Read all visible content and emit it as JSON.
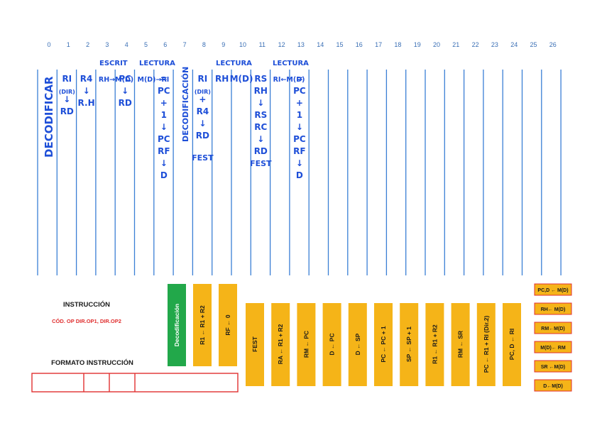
{
  "column_numbers": [
    "0",
    "1",
    "2",
    "3",
    "4",
    "5",
    "6",
    "7",
    "8",
    "9",
    "10",
    "11",
    "12",
    "13",
    "14",
    "15",
    "16",
    "17",
    "18",
    "19",
    "20",
    "21",
    "22",
    "23",
    "24",
    "25",
    "26"
  ],
  "headers": {
    "escrit": "ESCRIT",
    "lectura1": "LECTURA",
    "lectura2": "LECTURA",
    "lectura3": "LECTURA"
  },
  "handwritten_columns": [
    {
      "id": "c0",
      "lines": [
        "DECODIFICAR"
      ],
      "vertical": true
    },
    {
      "id": "c1",
      "lines": [
        "RI",
        "(DIR)",
        "↓",
        "RD"
      ]
    },
    {
      "id": "c2",
      "lines": [
        "R4",
        "↓",
        "R.H"
      ]
    },
    {
      "id": "c3",
      "lines": [
        "RH→M(D)"
      ]
    },
    {
      "id": "c4",
      "lines": [
        "PC",
        "↓",
        "RD"
      ]
    },
    {
      "id": "c5",
      "lines": [
        "M(D)→RI"
      ]
    },
    {
      "id": "c6",
      "lines": [
        "=",
        "PC",
        "+",
        "1",
        "↓",
        "PC",
        "RF",
        "↓",
        "D"
      ]
    },
    {
      "id": "c7",
      "lines": [
        "DECODIFICACIÓN"
      ],
      "vertical": true
    },
    {
      "id": "c8",
      "lines": [
        "RI",
        "(DIR)",
        "+",
        "R4",
        "↓",
        "RD",
        "",
        "FEST"
      ]
    },
    {
      "id": "c9",
      "lines": [
        "RH"
      ]
    },
    {
      "id": "c10",
      "lines": [
        "M(D)"
      ]
    },
    {
      "id": "c11",
      "lines": [
        "RS",
        "RH",
        "↓",
        "RS",
        "RC",
        "↓",
        "RD",
        "FEST"
      ]
    },
    {
      "id": "c12",
      "lines": [
        "RI←M(D)"
      ]
    },
    {
      "id": "c13",
      "lines": [
        "=",
        "PC",
        "+",
        "1",
        "↓",
        "PC",
        "RF",
        "↓",
        "D"
      ]
    }
  ],
  "instruction_block": {
    "title": "INSTRUCCIÓN",
    "subtitle": "CÓD. OP DIR.OP1, DIR.OP2",
    "format_title": "FORMATO INSTRUCCIÓN"
  },
  "tall_boxes": [
    {
      "id": "decod",
      "label": "Decodificación",
      "color": "#22a84a",
      "text_color": "#ffffff"
    },
    {
      "id": "r1sum",
      "label": "R1 ← R1 + R2",
      "color": "#f5b418",
      "text_color": "#1a1a1a"
    },
    {
      "id": "rf0",
      "label": "RF ← 0",
      "color": "#f5b418",
      "text_color": "#1a1a1a"
    }
  ],
  "short_boxes": [
    {
      "id": "fest",
      "label": "FEST"
    },
    {
      "id": "ra",
      "label": "RA ← R1 + R2"
    },
    {
      "id": "rmpc",
      "label": "RM ← PC"
    },
    {
      "id": "dpc",
      "label": "D ← PC"
    },
    {
      "id": "dsp",
      "label": "D ← SP"
    },
    {
      "id": "pcinc",
      "label": "PC ← PC + 1"
    },
    {
      "id": "spinc",
      "label": "SP ← SP + 1"
    },
    {
      "id": "r1r2",
      "label": "R1 ← R1 + R2"
    },
    {
      "id": "rmsr",
      "label": "RM ← SR"
    },
    {
      "id": "pcri",
      "label": "PC ← R1 + RI (Dir.2)"
    },
    {
      "id": "pcdri",
      "label": "PC, D ← RI"
    }
  ],
  "right_boxes": [
    {
      "id": "r1",
      "label": "PC,D ← M(D)"
    },
    {
      "id": "r2",
      "label": "RH← M(D)"
    },
    {
      "id": "r3",
      "label": "RM←M(D)"
    },
    {
      "id": "r4",
      "label": "M(D)← RM"
    },
    {
      "id": "r5",
      "label": "SR ←M(D)"
    },
    {
      "id": "r6",
      "label": "D←M(D)"
    }
  ],
  "colors": {
    "column_line": "#3a7fd5",
    "handwriting": "#1e4fd8",
    "orange_box": "#f5b418",
    "green_box": "#22a84a",
    "red_accent": "#e03030"
  }
}
